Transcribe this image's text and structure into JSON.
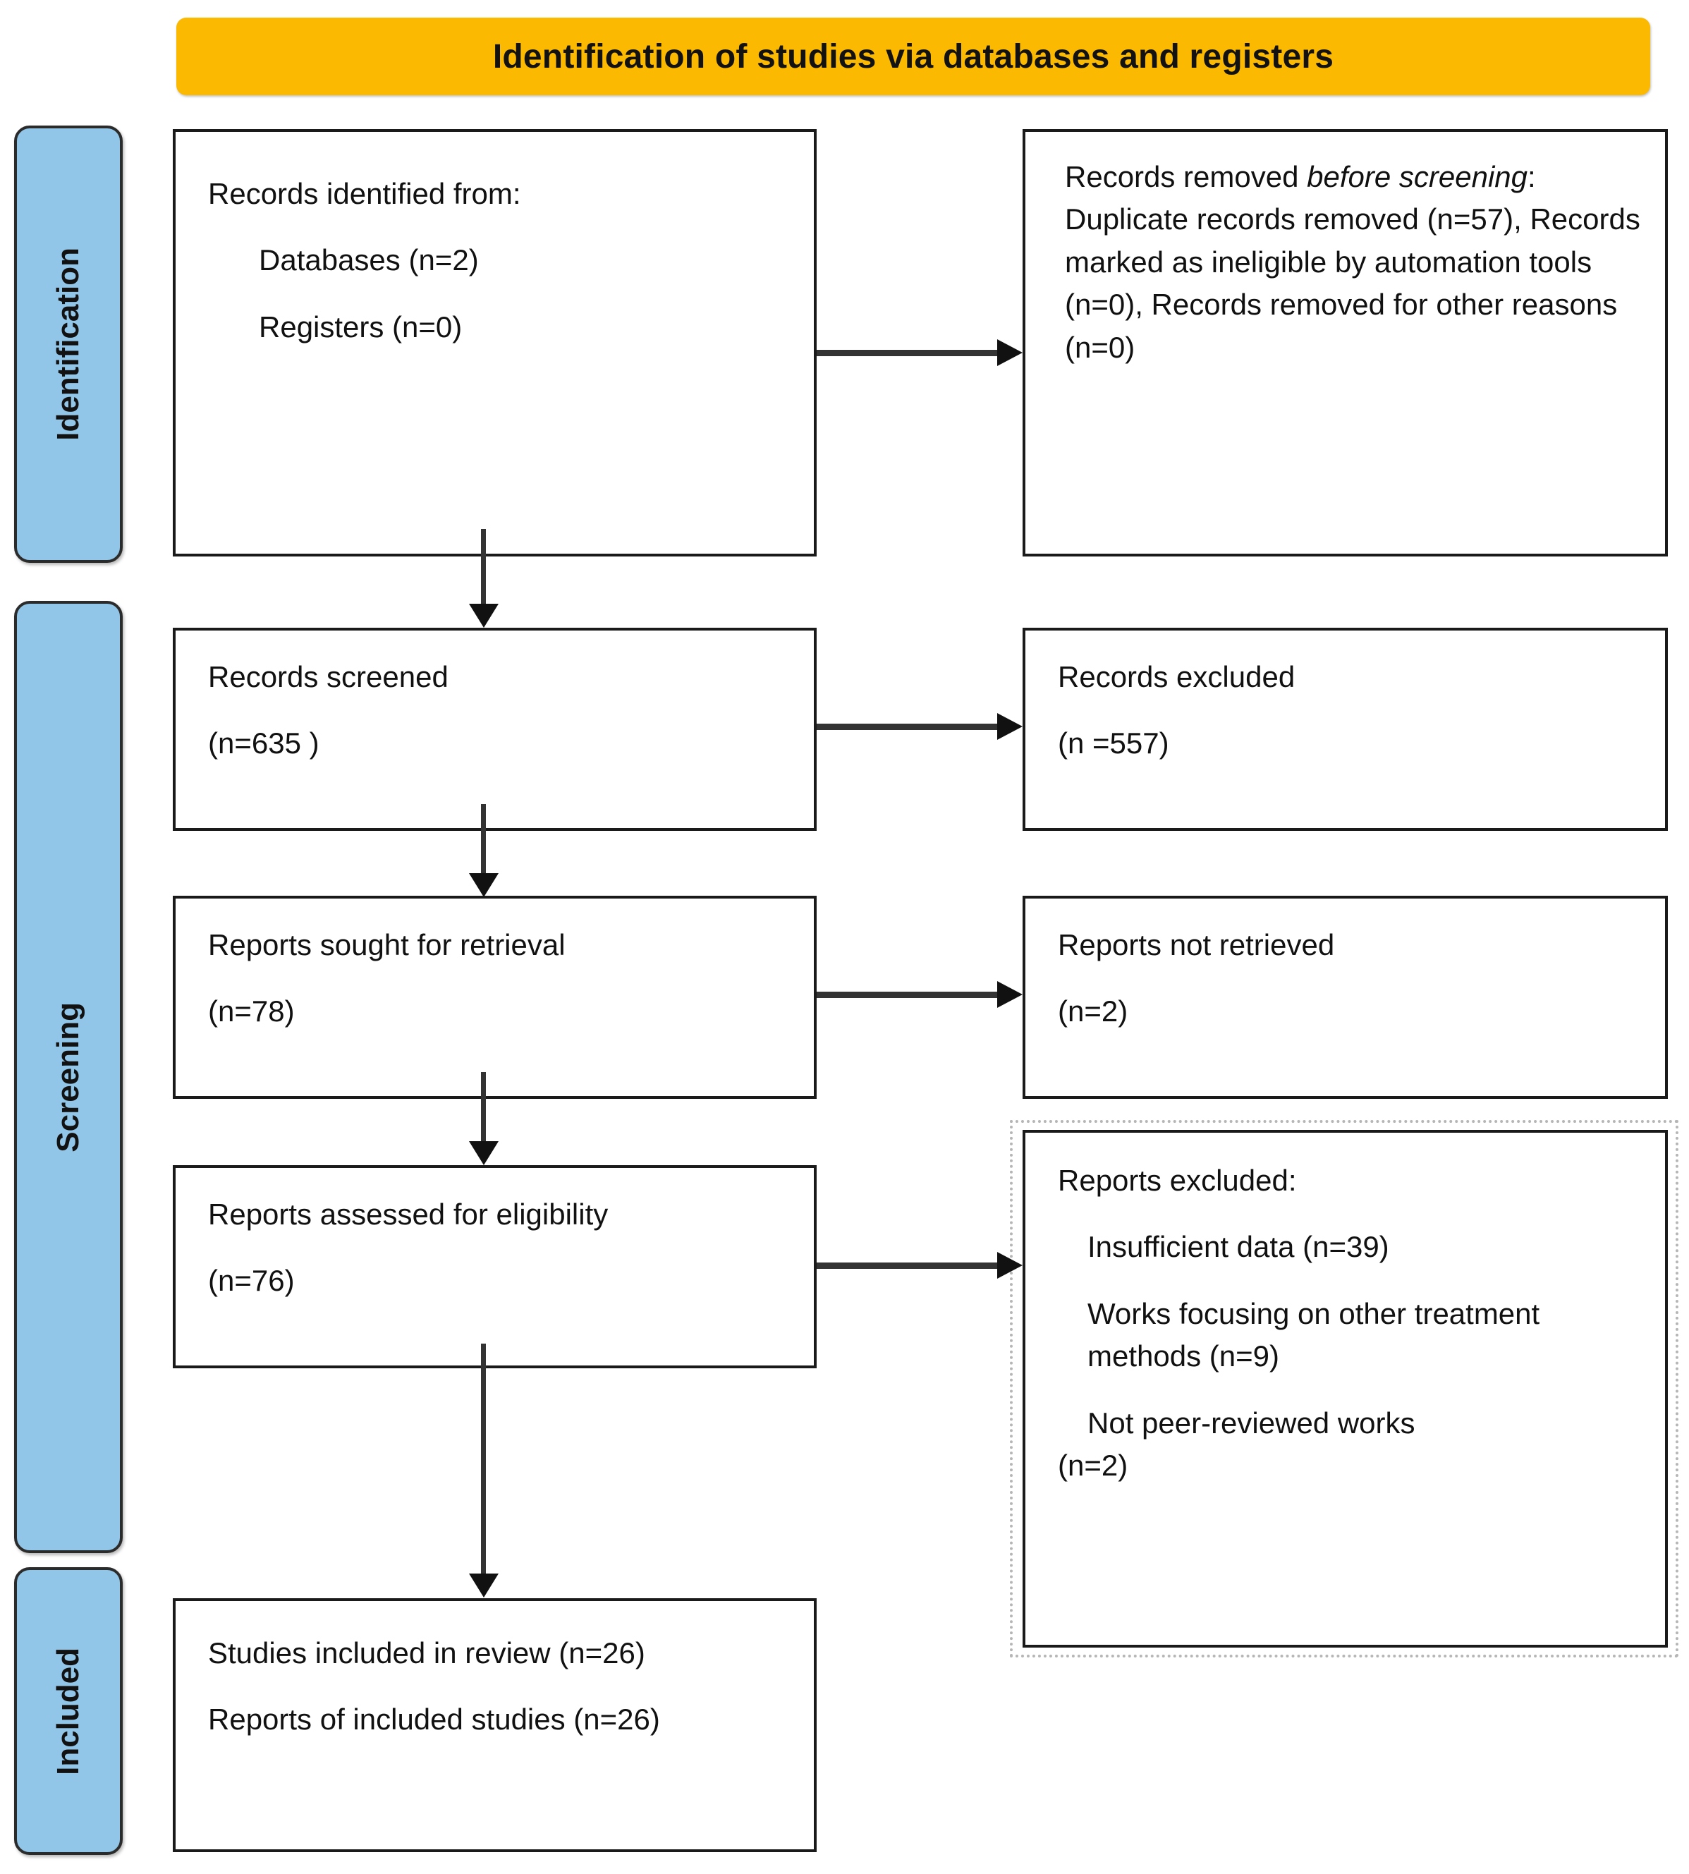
{
  "banner": {
    "title": "Identification of studies via databases and registers"
  },
  "colors": {
    "banner_bg": "#fbb901",
    "stage_bg": "#92c6e8",
    "box_border": "#1a1a1a",
    "dotted_border": "#b6b6b6",
    "text": "#111111"
  },
  "stages": [
    {
      "label": "Identification"
    },
    {
      "label": "Screening"
    },
    {
      "label": "Included"
    }
  ],
  "boxes": {
    "identified": {
      "heading": "Records identified from:",
      "databases": "Databases (n=2)",
      "registers": "Registers (n=0)"
    },
    "removed_before_screening": {
      "lead": "Records removed ",
      "italic": "before screening",
      "rest": ": Duplicate records removed  (n=57), Records marked as ineligible by automation tools (n=0), Records removed for other reasons (n=0)"
    },
    "records_screened": {
      "label": "Records screened",
      "count": "(n=635 )"
    },
    "records_excluded": {
      "label": "Records excluded",
      "count": "(n =557)"
    },
    "reports_sought": {
      "label": "Reports sought for retrieval",
      "count": "(n=78)"
    },
    "reports_not_retrieved": {
      "label": "Reports not retrieved",
      "count": "(n=2)"
    },
    "reports_assessed": {
      "label": "Reports assessed for eligibility",
      "count": "(n=76)"
    },
    "reports_excluded": {
      "heading": "Reports excluded:",
      "reason1": "Insufficient data (n=39)",
      "reason2": "Works focusing on other treatment methods (n=9)",
      "reason3": "Not peer-reviewed works",
      "reason3_count": "(n=2)"
    },
    "included": {
      "studies": "Studies included in review  (n=26)",
      "reports": "Reports of included studies",
      "reports_count": "(n=26)"
    }
  }
}
